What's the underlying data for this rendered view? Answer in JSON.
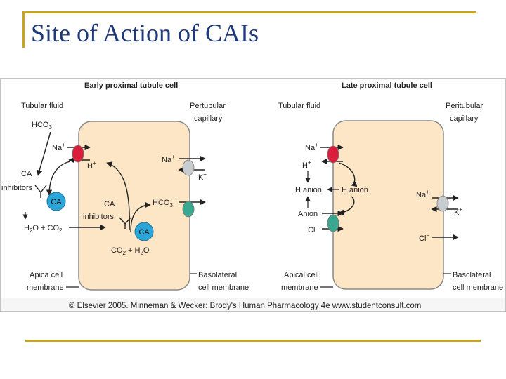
{
  "slide": {
    "title": "Site of Action of CAIs"
  },
  "figure": {
    "early": {
      "heading": "Early proximal tubule cell",
      "tubular_fluid": "Tubular fluid",
      "hco3": "HCO",
      "hco3_sub": "3",
      "hco3_sup": "−",
      "na": "Na",
      "na_sup": "+",
      "h": "H",
      "h_sup": "+",
      "ca_inhibitors_line1": "CA",
      "ca_inhibitors_line2": "inhibitors",
      "ca_enzyme": "CA",
      "lumen_h2o": "H",
      "lumen_h2o_sub": "2",
      "lumen_h2o_rest": "O + CO",
      "lumen_h2o_sub2": "2",
      "cell_ca_inhibitors_line1": "CA",
      "cell_ca_inhibitors_line2": "inhibitors",
      "cell_ca_enzyme": "CA",
      "cell_co2": "CO",
      "cell_co2_sub": "2",
      "cell_co2_rest": " + H",
      "cell_co2_sub2": "2",
      "cell_co2_end": "O",
      "peritubular_line1": "Pertubular",
      "peritubular_line2": "capillary",
      "baso_na": "Na",
      "baso_na_sup": "+",
      "baso_k": "K",
      "baso_k_sup": "+",
      "baso_hco3": "HCO",
      "baso_hco3_sub": "3",
      "baso_hco3_sup": "−",
      "apical_line1": "Apica cell",
      "apical_line2": "membrane",
      "basolateral_line1": "Basolateral",
      "basolateral_line2": "cell membrane"
    },
    "late": {
      "heading": "Late proximal tubule cell",
      "tubular_fluid": "Tubular fluid",
      "na": "Na",
      "na_sup": "+",
      "h": "H",
      "h_sup": "+",
      "h_anion_left": "H anion",
      "h_anion_cell": "H anion",
      "anion": "Anion",
      "cl": "Cl",
      "cl_sup": "−",
      "peritubular_line1": "Peritubular",
      "peritubular_line2": "capillary",
      "baso_na": "Na",
      "baso_na_sup": "+",
      "baso_k": "K",
      "baso_k_sup": "+",
      "baso_cl": "Cl",
      "baso_cl_sup": "−",
      "apical_line1": "Apical cell",
      "apical_line2": "membrane",
      "basolateral_line1": "Basclateral",
      "basolateral_line2": "cell membrane"
    },
    "credit": "© Elsevier 2005. Minneman & Wecker: Brody's Human Pharmacology 4e www.studentconsult.com"
  },
  "colors": {
    "title": "#1f3a7a",
    "decoration": "#c9a421",
    "cell_fill": "#fde6c6",
    "cell_stroke": "#8a8a8a",
    "heading": "#222222",
    "red_transporter": "#d81e3a",
    "grey_transporter": "#c7ccd1",
    "green_transporter": "#3aa891",
    "ca_enzyme": "#2aa7d8",
    "arrow": "#222222",
    "credit_bg": "#f6f6f6"
  },
  "icons": [
    "arrow-right-icon",
    "arrow-left-icon",
    "transporter-oval-icon",
    "enzyme-circle-icon",
    "inhibitor-y-icon"
  ]
}
